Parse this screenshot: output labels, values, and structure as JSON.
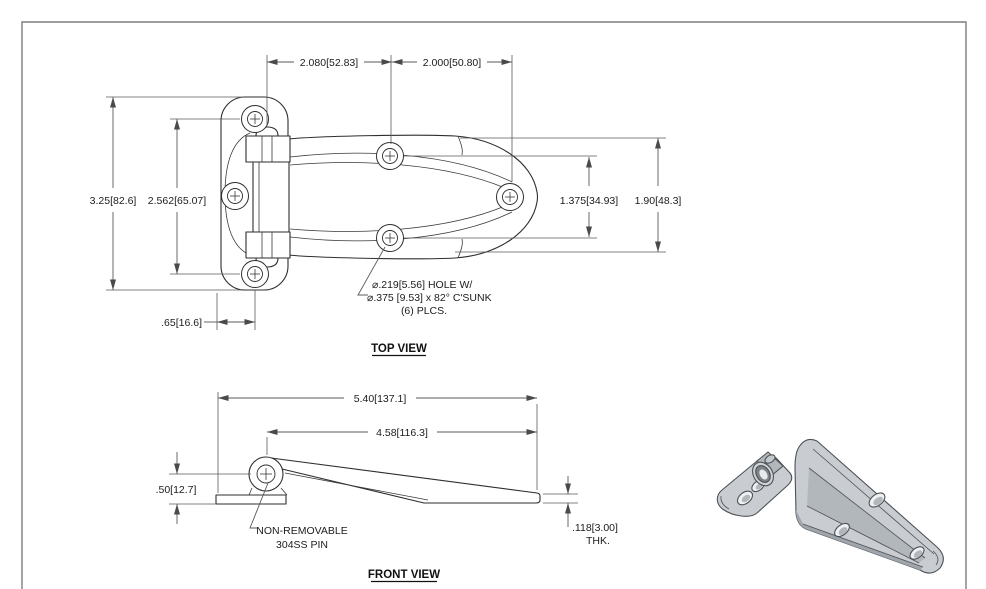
{
  "sheet": {
    "background": "#ffffff",
    "border_color": "#7d7d7d"
  },
  "top_view": {
    "label": "TOP VIEW",
    "dims": {
      "width_left": "2.080[52.83]",
      "width_right": "2.000[50.80]",
      "plate_height": "3.25[82.6]",
      "hole_spacing": "2.562[65.07]",
      "hole_offset": ".65[16.6]",
      "strap_hole_spacing": "1.375[34.93]",
      "strap_width": "1.90[48.3]"
    },
    "hole_note": {
      "line1": "⌀.219[5.56] HOLE W/",
      "line2": "⌀.375 [9.53] x 82° C'SUNK",
      "line3": "(6) PLCS."
    }
  },
  "front_view": {
    "label": "FRONT VIEW",
    "dims": {
      "overall_length": "5.40[137.1]",
      "strap_length": "4.58[116.3]",
      "pin_height": ".50[12.7]",
      "thickness": ".118[3.00]",
      "thickness_suffix": "THK."
    },
    "pin_note": {
      "line1": "NON-REMOVABLE",
      "line2": "304SS PIN"
    }
  },
  "iso_view": {
    "body_color": "#c9cdd1",
    "shade_color": "#b2b7bb",
    "edge_color": "#9fa5aa",
    "hole_fill": "#eef0f1"
  }
}
